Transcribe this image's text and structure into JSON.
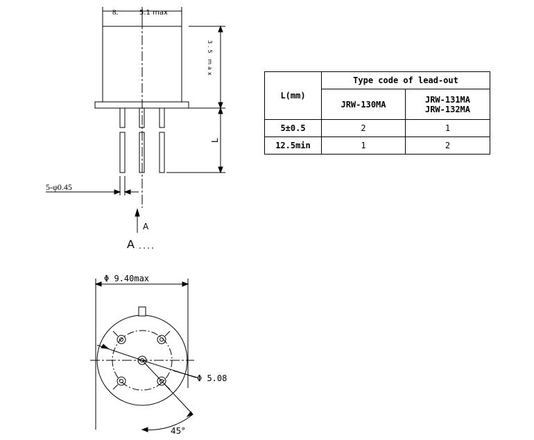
{
  "side_view": {
    "dim_top_left": "8.",
    "dim_top_right": "5.1 max",
    "dim_height": "3.5 max",
    "dim_lead_length": "L",
    "dim_pin_diameter": "5-φ0.45",
    "view_arrow_label": "A",
    "view_label": "A"
  },
  "bottom_view": {
    "dim_outer": "Φ 9.40max",
    "dim_pitch": "Φ 5.08",
    "dim_angle": "45°"
  },
  "table": {
    "header_label": "L(mm)",
    "header_group": "Type code of lead-out",
    "col_a": "JRW-130MA",
    "col_b_line1": "JRW-131MA",
    "col_b_line2": "JRW-132MA",
    "rows": [
      {
        "length": "5±0.5",
        "a": "2",
        "b": "1"
      },
      {
        "length": "12.5min",
        "a": "1",
        "b": "2"
      }
    ]
  }
}
